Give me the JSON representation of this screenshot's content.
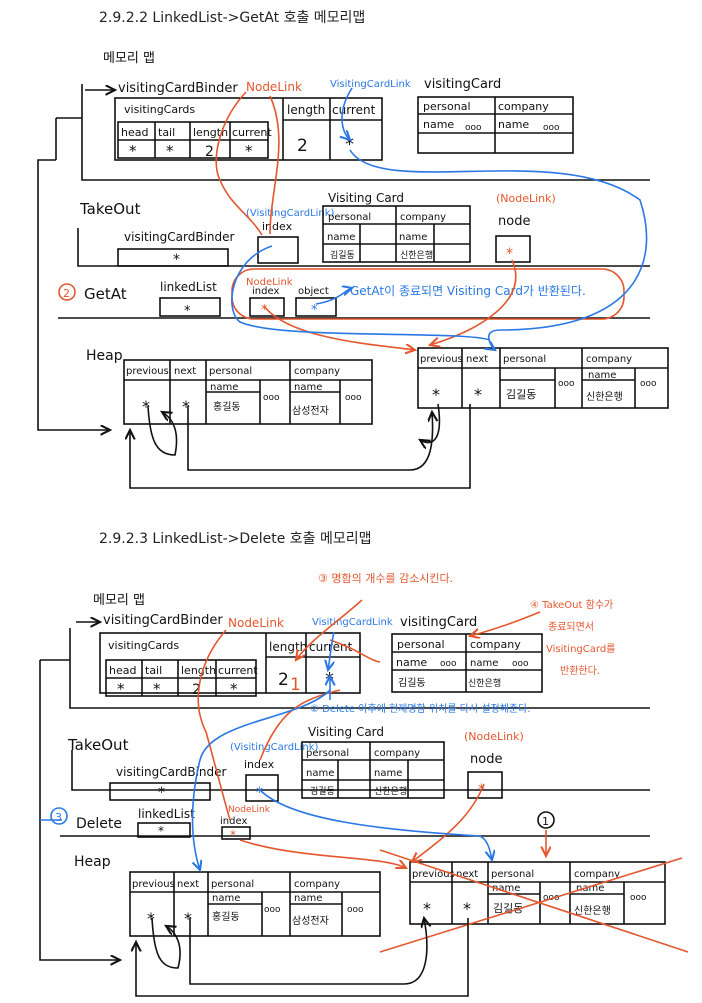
{
  "section1": {
    "heading": "2.9.2.2 LinkedList->GetAt 호출 메모리맵",
    "memmap_label": "메모리 맵",
    "binder_label": "visitingCardBinder",
    "nodelink_type": "NodeLink",
    "cardlink_type": "VisitingCardLink",
    "visitingcards_label": "visitingCards",
    "fields": [
      "head",
      "tail",
      "length",
      "current"
    ],
    "length_value": "2",
    "length_label": "length",
    "current_label": "current",
    "card_label": "visitingCard",
    "personal": "personal",
    "company": "company",
    "name": "name",
    "dots": "ooo",
    "takeout_label": "TakeOut",
    "takeout_binder": "visitingCardBinder",
    "cardlink_paren": "(VisitingCardLink)",
    "index_label": "index",
    "visiting_card": "Visiting Card",
    "person_name": "김길동",
    "company_name": "신한은행",
    "nodelink_paren": "(NodeLink)",
    "node_label": "node",
    "getat_num": "2",
    "getat_label": "GetAt",
    "linkedlist_label": "linkedList",
    "getat_nodelink": "NodeLink",
    "object_label": "object",
    "getat_note": "GetAt이 종료되면 Visiting Card가 반환된다.",
    "heap_label": "Heap",
    "previous": "previous",
    "next": "next",
    "heap_person1": "홍길동",
    "heap_company1": "삼성전자",
    "heap_person2": "김길동",
    "heap_company2": "신한은행",
    "star": "*"
  },
  "section2": {
    "heading": "2.9.2.3 LinkedList->Delete 호출 메모리맵",
    "memmap_label": "메모리 맵",
    "binder_label": "visitingCardBinder",
    "nodelink_type": "NodeLink",
    "cardlink_type": "VisitingCardLink",
    "visitingcards_label": "visitingCards",
    "fields": [
      "head",
      "tail",
      "length",
      "current"
    ],
    "length_value": "2",
    "length_new": "1",
    "length_label": "length",
    "current_label": "current",
    "card_label": "visitingCard",
    "note3": "③ 명함의 개수를 감소시킨다.",
    "note4_lines": [
      "④ TakeOut 함수가",
      "종료되면서",
      "VisitingCard를",
      "반환한다."
    ],
    "note2": "② Delete 이후에 현재명함 위치를 다시 설정해준다.",
    "person_name": "김길동",
    "company_name": "신한은행",
    "takeout_label": "TakeOut",
    "takeout_binder": "visitingCardBinder",
    "cardlink_paren": "(VisitingCardLink)",
    "index_label": "index",
    "visiting_card": "Visiting Card",
    "nodelink_paren": "(NodeLink)",
    "node_label": "node",
    "delete_num": "3",
    "delete_label": "Delete",
    "linkedlist_label": "linkedList",
    "delete_nodelink": "NodeLink",
    "delete_index": "index",
    "circle1": "1",
    "heap_label": "Heap",
    "heap_person1": "홍길동",
    "heap_company1": "삼성전자",
    "heap_person2": "김길동",
    "heap_company2": "신한은행"
  },
  "colors": {
    "orange": "#e4572e",
    "blue": "#2b78e4",
    "ink": "#111111"
  }
}
